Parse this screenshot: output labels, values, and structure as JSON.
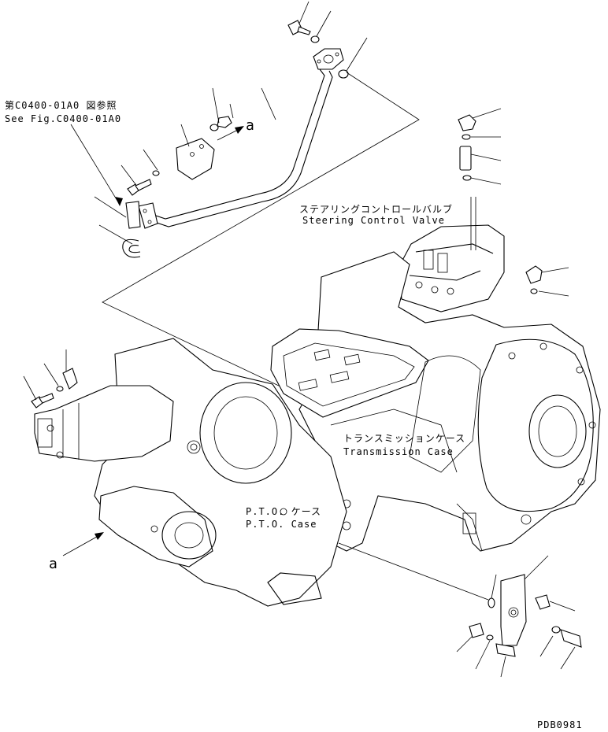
{
  "references": {
    "jp": "第C0400-01A0 図参照",
    "en": "See Fig.C0400-01A0"
  },
  "labels": {
    "steering_jp": "ステアリングコントロールバルブ",
    "steering_en": "Steering Control Valve",
    "transmission_jp": "トランスミッションケース",
    "transmission_en": "Transmission Case",
    "pto_jp": "P.T.O. ケース",
    "pto_en": "P.T.O. Case",
    "marker_top": "a",
    "marker_bottom": "a"
  },
  "drawing_number": "PDB0981"
}
